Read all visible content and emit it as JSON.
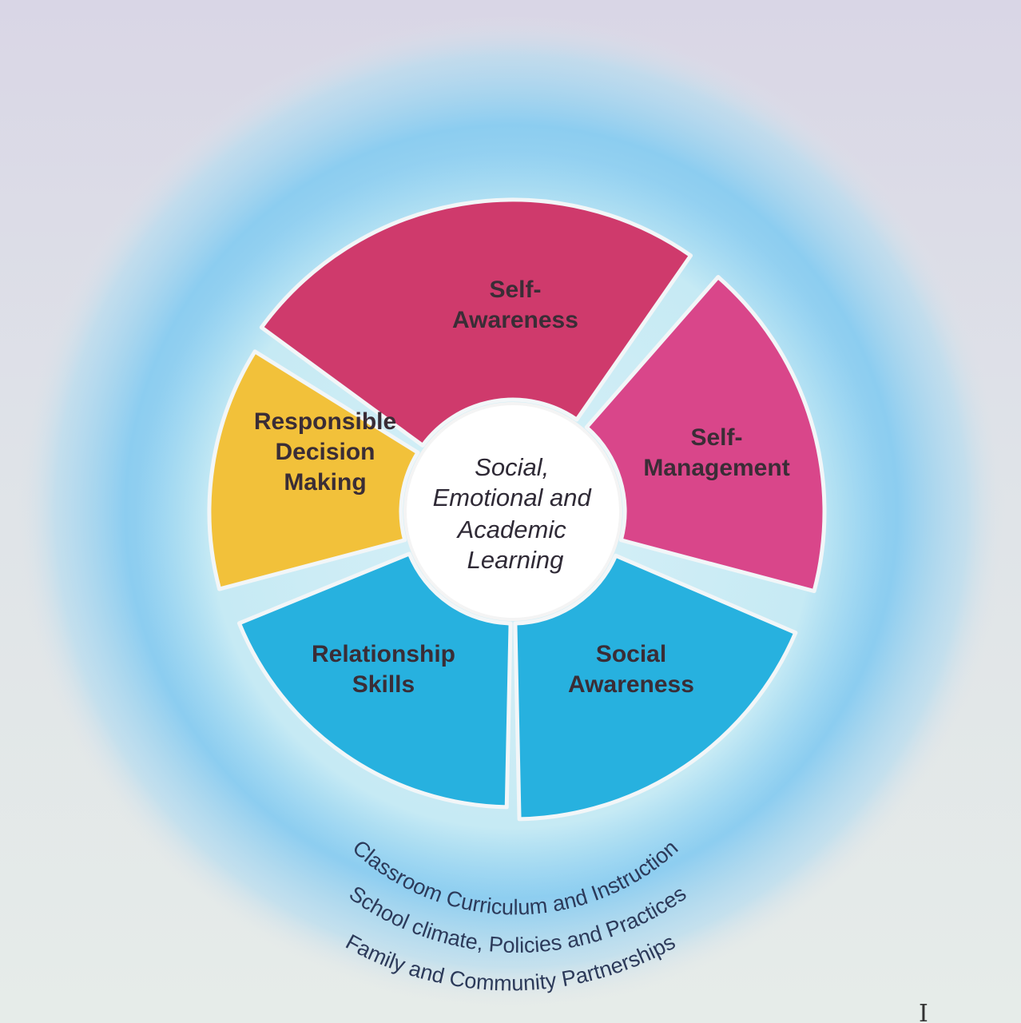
{
  "segments": [
    {
      "id": "self-awareness",
      "lines": [
        "Self-",
        "Awareness"
      ],
      "color": "#cf3a6c"
    },
    {
      "id": "self-management",
      "lines": [
        "Self-",
        "Management"
      ],
      "color": "#d9468a"
    },
    {
      "id": "social-awareness",
      "lines": [
        "Social",
        "Awareness"
      ],
      "color": "#27b1df"
    },
    {
      "id": "relationship-skills",
      "lines": [
        "Relationship",
        "Skills"
      ],
      "color": "#27b1df"
    },
    {
      "id": "responsible-decision-making",
      "lines": [
        "Responsible",
        "Decision",
        "Making"
      ],
      "color": "#f2c13a"
    }
  ],
  "center": {
    "lines": [
      "Social,",
      "Emotional and",
      "Academic",
      "Learning"
    ]
  },
  "rings": [
    {
      "text": "Classroom Curriculum and Instruction"
    },
    {
      "text": "School climate, Policies and Practices"
    },
    {
      "text": "Family and Community Partnerships"
    }
  ],
  "colors": {
    "outer_ring_blue": "#7fc8ee",
    "ring_text": "#2c3a5a",
    "center_fill": "#ffffff"
  }
}
